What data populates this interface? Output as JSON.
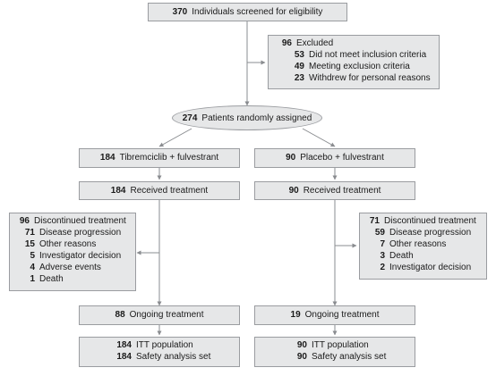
{
  "screened": {
    "n": "370",
    "label": "Individuals screened for eligibility"
  },
  "excluded": {
    "n": "96",
    "label": "Excluded",
    "items": [
      {
        "n": "53",
        "label": "Did not meet inclusion criteria"
      },
      {
        "n": "49",
        "label": "Meeting exclusion criteria"
      },
      {
        "n": "23",
        "label": "Withdrew for personal reasons"
      }
    ]
  },
  "randomized": {
    "n": "274",
    "label": "Patients randomly assigned"
  },
  "arms": [
    {
      "allocated": {
        "n": "184",
        "label": "Tibremciclib + fulvestrant"
      },
      "received": {
        "n": "184",
        "label": "Received treatment"
      },
      "discontinued": {
        "n": "96",
        "label": "Discontinued treatment",
        "items": [
          {
            "n": "71",
            "label": "Disease progression"
          },
          {
            "n": "15",
            "label": "Other reasons"
          },
          {
            "n": "5",
            "label": "Investigator decision"
          },
          {
            "n": "4",
            "label": "Adverse events"
          },
          {
            "n": "1",
            "label": "Death"
          }
        ]
      },
      "ongoing": {
        "n": "88",
        "label": "Ongoing treatment"
      },
      "analysis": [
        {
          "n": "184",
          "label": "ITT population"
        },
        {
          "n": "184",
          "label": "Safety analysis set"
        }
      ]
    },
    {
      "allocated": {
        "n": "90",
        "label": "Placebo + fulvestrant"
      },
      "received": {
        "n": "90",
        "label": "Received treatment"
      },
      "discontinued": {
        "n": "71",
        "label": "Discontinued treatment",
        "items": [
          {
            "n": "59",
            "label": "Disease progression"
          },
          {
            "n": "7",
            "label": "Other reasons"
          },
          {
            "n": "3",
            "label": "Death"
          },
          {
            "n": "2",
            "label": "Investigator decision"
          }
        ]
      },
      "ongoing": {
        "n": "19",
        "label": "Ongoing treatment"
      },
      "analysis": [
        {
          "n": "90",
          "label": "ITT population"
        },
        {
          "n": "90",
          "label": "Safety analysis set"
        }
      ]
    }
  ]
}
